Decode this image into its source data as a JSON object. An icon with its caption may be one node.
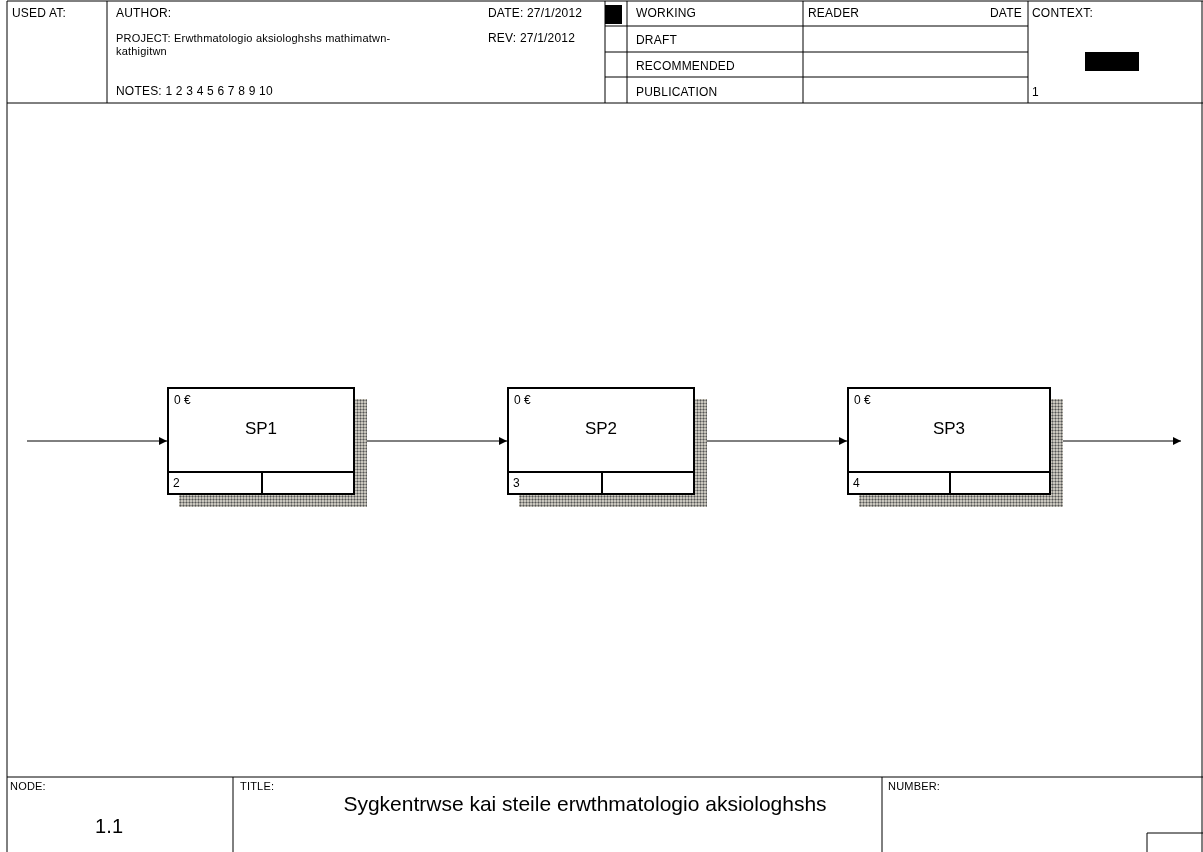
{
  "diagram": {
    "title": "Sygkentrwse kai steile erwthmatologio aksiologhshs",
    "nodes": [
      {
        "text": [
          "0 €",
          "SP1",
          "2"
        ]
      },
      {
        "text": [
          "0 €",
          "SP2",
          "3"
        ]
      },
      {
        "text": [
          "0 €",
          "SP3",
          "4"
        ]
      }
    ],
    "edges": [
      {
        "from": null,
        "to": 0,
        "arrow": "to"
      },
      {
        "from": 0,
        "to": 1,
        "arrow": "to"
      },
      {
        "from": 1,
        "to": 2,
        "arrow": "to"
      },
      {
        "from": 2,
        "to": null,
        "arrow": "to"
      }
    ],
    "labels": [
      "USED AT:",
      "AUTHOR:",
      "DATE: 27/1/2012",
      "WORKING",
      "READER",
      "DATE",
      "CONTEXT:",
      "PROJECT: Erwthmatologio aksiologhshs mathimatwn-kathigitwn",
      "REV: 27/1/2012",
      "DRAFT",
      "RECOMMENDED",
      "NOTES: 1 2 3 4 5 6 7 8 9 10",
      "PUBLICATION",
      "1",
      "NODE:",
      "1.1",
      "TITLE:",
      "NUMBER:"
    ]
  }
}
